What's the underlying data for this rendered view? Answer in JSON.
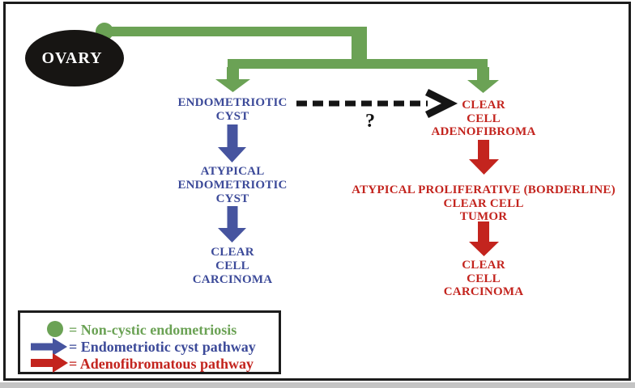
{
  "colors": {
    "green": "#6ba255",
    "blue": "#46549f",
    "blue_text": "#3c4a99",
    "red": "#c3241e",
    "black": "#151515",
    "border": "#1c1c1c",
    "page_bg": "#ffffff",
    "ovary_fill": "#171513",
    "edge_strip": "#c4c4c4"
  },
  "ovary": {
    "label": "OVARY"
  },
  "pathway_left": {
    "node1": [
      "ENDOMETRIOTIC",
      "CYST"
    ],
    "node2": [
      "ATYPICAL",
      "ENDOMETRIOTIC",
      "CYST"
    ],
    "node3": [
      "CLEAR",
      "CELL",
      "CARCINOMA"
    ]
  },
  "pathway_right": {
    "node1": [
      "CLEAR",
      "CELL",
      "ADENOFIBROMA"
    ],
    "node2": [
      "ATYPICAL PROLIFERATIVE (BORDERLINE)",
      "CLEAR CELL",
      "TUMOR"
    ],
    "node3": [
      "CLEAR",
      "CELL",
      "CARCINOMA"
    ]
  },
  "uncertain_link": {
    "label": "?"
  },
  "legend": {
    "items": [
      {
        "icon": "green-dot",
        "label": "= Non-cystic endometriosis"
      },
      {
        "icon": "blue-arrow",
        "label": "= Endometriotic cyst pathway"
      },
      {
        "icon": "red-arrow",
        "label": "= Adenofibromatous pathway"
      }
    ]
  }
}
